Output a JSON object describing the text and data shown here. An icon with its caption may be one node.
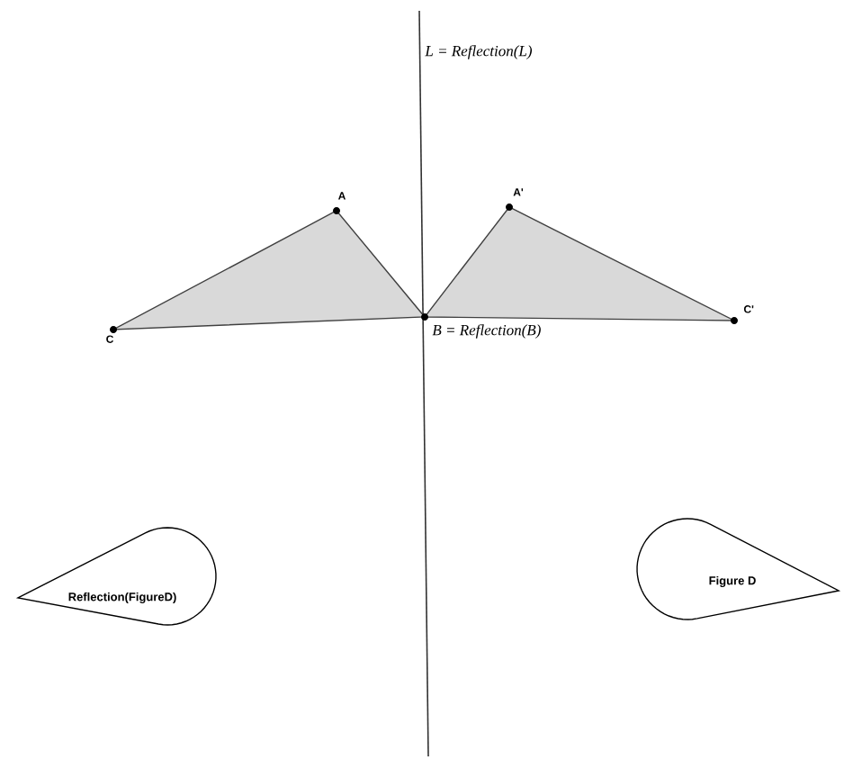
{
  "diagram": {
    "nodes": [
      {
        "text": [
          "Reflection(FigureD)"
        ]
      },
      {
        "text": [
          "Figure D"
        ]
      }
    ],
    "labels": [
      "L = Reflection(L)",
      "A",
      "A'",
      "C",
      "B = Reflection(B)",
      "C'"
    ]
  }
}
